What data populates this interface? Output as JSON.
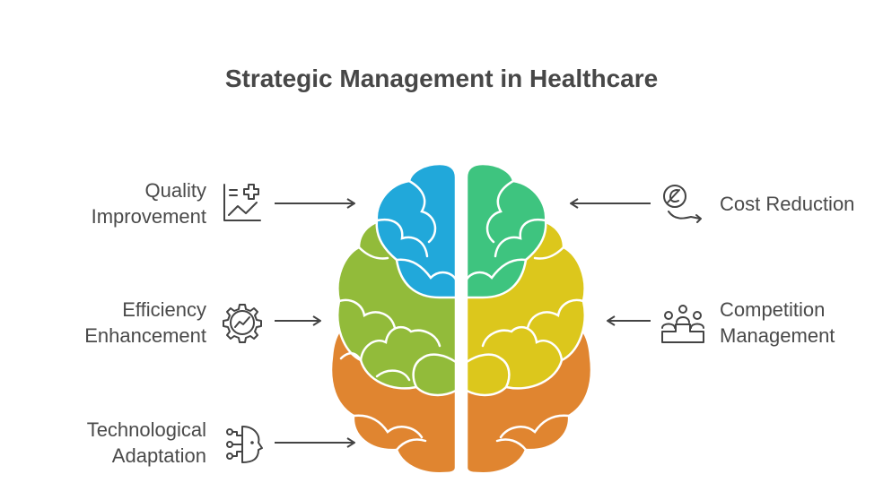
{
  "title": "Strategic Management in Healthcare",
  "left_items": [
    {
      "line1": "Quality",
      "line2": "Improvement",
      "icon": "chart-plus-icon"
    },
    {
      "line1": "Efficiency",
      "line2": "Enhancement",
      "icon": "gear-chart-icon"
    },
    {
      "line1": "Technological",
      "line2": "Adaptation",
      "icon": "ai-head-icon"
    }
  ],
  "right_items": [
    {
      "line1": "Cost Reduction",
      "icon": "cost-down-icon"
    },
    {
      "line1": "Competition",
      "line2": "Management",
      "icon": "podium-icon"
    }
  ],
  "colors": {
    "blue": "#21a8da",
    "green": "#92bb3a",
    "orange": "#e08530",
    "teal": "#3ec47f",
    "yellow": "#dcc71c",
    "text": "#4a4a4a"
  }
}
